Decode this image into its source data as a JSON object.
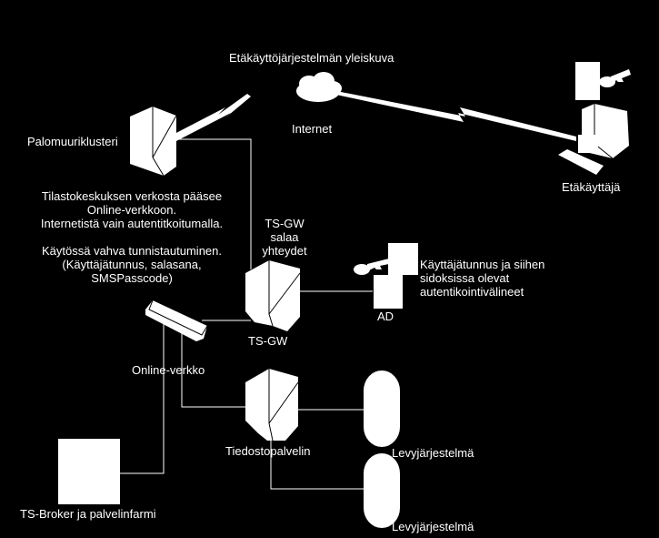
{
  "title": "Etäkäyttöjärjestelmän yleiskuva",
  "labels": {
    "internet": "Internet",
    "firewall": "Palomuuriklusteri",
    "remote_user": "Etäkäyttäjä",
    "info_block": [
      "Tilastokeskuksen verkosta pääsee",
      "Online-verkkoon.",
      "Internetistä vain autentitkoitumalla.",
      "",
      "Käytössä vahva tunnistautuminen.",
      "(Käyttäjätunnus, salasana,",
      "SMSPasscode)"
    ],
    "tsgw_top": [
      "TS-GW",
      "salaa",
      "yhteydet"
    ],
    "tsgw": "TS-GW",
    "ad_desc": [
      "Käyttäjätunnus ja siihen",
      "sidoksissa olevat",
      "autentikointivälineet"
    ],
    "ad": "AD",
    "online_network": "Online-verkko",
    "file_server": "Tiedostopalvelin",
    "disk1": "Levyjärjestelmä",
    "disk2": "Levyjärjestelmä",
    "broker": "TS-Broker ja palvelinfarmi"
  },
  "colors": {
    "background": "#000000",
    "foreground": "#ffffff"
  },
  "icons": [
    "cloud-icon",
    "server-icon",
    "switch-icon",
    "disk-icon",
    "key-icon",
    "computer-icon",
    "lightning-link-icon"
  ]
}
